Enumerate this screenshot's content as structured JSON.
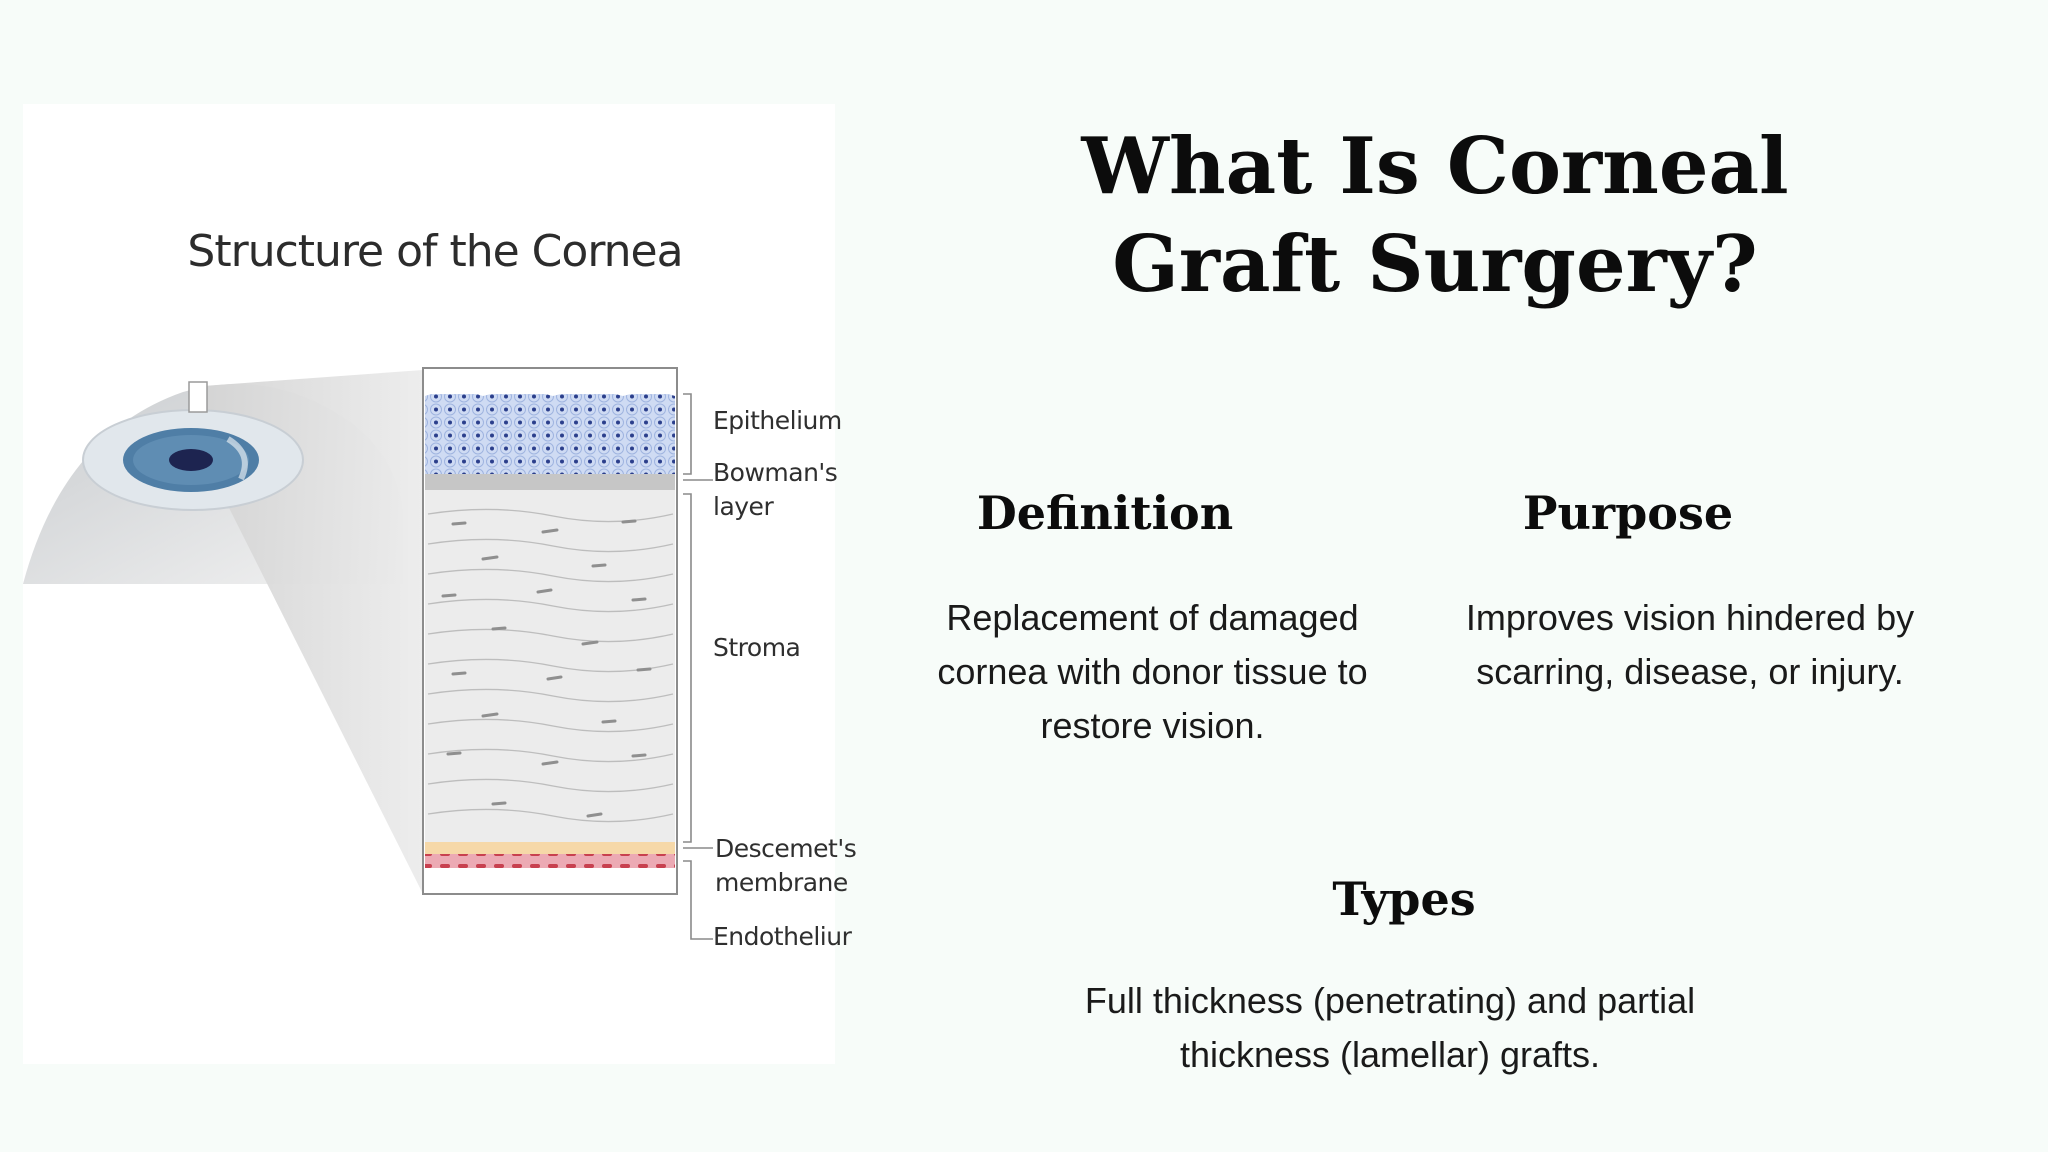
{
  "figure": {
    "title": "Structure of the Cornea",
    "labels": {
      "epithelium": "Epithelium",
      "bowmans_line1": "Bowman's",
      "bowmans_line2": "layer",
      "stroma": "Stroma",
      "descemets_line1": "Descemet's",
      "descemets_line2": "membrane",
      "endothelium": "Endotheliur"
    },
    "colors": {
      "iris": "#4f7ea6",
      "epithelium": "#c9d6f2",
      "stroma": "#e9e9e9",
      "descemets": "#f6d8a8",
      "endothelium": "#e8a3ad"
    }
  },
  "slide": {
    "title": "What Is Corneal Graft Surgery?",
    "definition": {
      "heading": "Definition",
      "text": "Replacement of damaged cornea with donor tissue to restore vision."
    },
    "purpose": {
      "heading": "Purpose",
      "text": "Improves vision hindered by scarring, disease, or injury."
    },
    "types": {
      "heading": "Types",
      "text": "Full thickness (penetrating) and partial thickness (lamellar) grafts."
    }
  }
}
